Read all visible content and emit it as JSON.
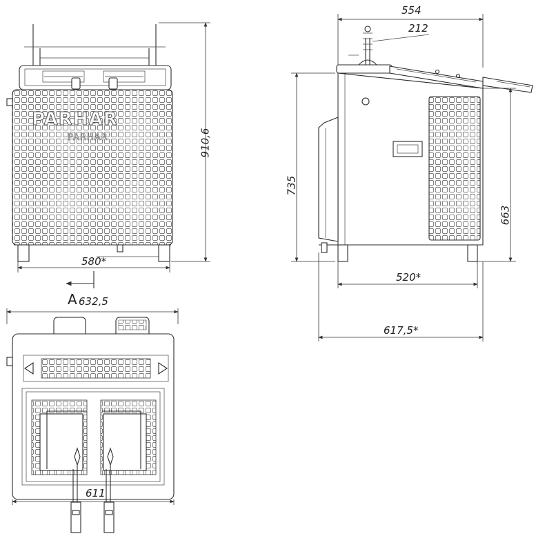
{
  "dimensions": {
    "front_height": "910,6",
    "front_width": "580*",
    "section_label": "A",
    "top_overall_width": "632,5",
    "top_basket_width": "611",
    "side_top_width": "554",
    "side_callout": "212",
    "side_height": "735",
    "side_panel_height": "663",
    "side_base_depth": "520*",
    "side_overall_depth": "617,5*"
  },
  "logo": {
    "brand": "PARHAR",
    "tagline": "PARHAR"
  }
}
